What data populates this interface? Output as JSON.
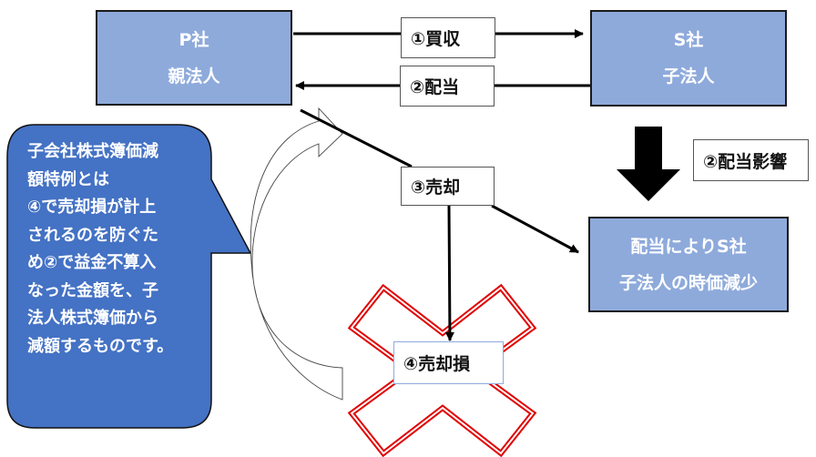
{
  "entities": {
    "parent": {
      "line1": "P社",
      "line2": "親法人"
    },
    "subsidiary": {
      "line1": "S社",
      "line2": "子法人"
    },
    "result": {
      "line1": "配当によりS社",
      "line2": "子法人の時価減少"
    }
  },
  "flows": {
    "acquisition": "①買収",
    "dividend": "②配当",
    "sale": "③売却",
    "loss": "④売却損",
    "dividend_effect": "②配当影響"
  },
  "callout": {
    "text": "子会社株式簿価減\n額特例とは\n④で売却損が計上\nされるのを防ぐた\nめ②で益金不算入\nなった金額を、子\n法人株式簿価から\n減額するものです。"
  },
  "colors": {
    "entity_fill": "#8eaadb",
    "callout_fill": "#4472c4",
    "cross_mark": "#e00000"
  }
}
